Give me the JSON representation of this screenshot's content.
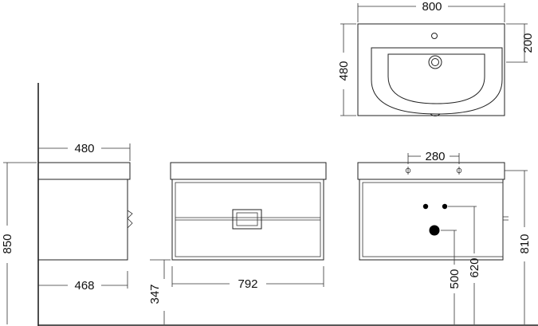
{
  "colors": {
    "line": "#222222",
    "background": "#ffffff",
    "fill_dark": "#000000"
  },
  "dimensions": {
    "basin_width": "800",
    "basin_depth": "480",
    "tap_offset": "200",
    "side_top_depth": "480",
    "side_cabinet_depth": "468",
    "total_height": "850",
    "cabinet_width": "792",
    "floor_clearance": "347",
    "pipe_spacing": "280",
    "top_height": "810",
    "outlet_height_upper": "620",
    "outlet_height_lower": "500"
  }
}
